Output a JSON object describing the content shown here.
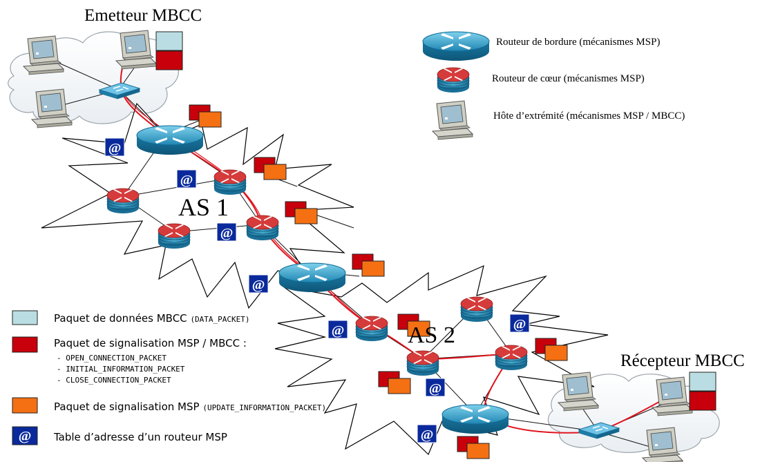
{
  "labels": {
    "sender": "Emetteur MBCC",
    "receiver": "Récepteur MBCC",
    "as1": "AS 1",
    "as2": "AS 2",
    "at_symbol": "@"
  },
  "legend_top": [
    {
      "icon": "edge-router-icon",
      "text": "Routeur de bordure  (mécanismes MSP)"
    },
    {
      "icon": "core-router-icon",
      "text": "Routeur de cœur (mécanismes MSP)"
    },
    {
      "icon": "host-computer-icon",
      "text": "Hôte d’extrémité (mécanismes MSP / MBCC)"
    }
  ],
  "legend_bottom": {
    "data_packet": {
      "text": "Paquet de données MBCC",
      "code": "(DATA_PACKET)"
    },
    "signal_packet": {
      "text": "Paquet de signalisation MSP / MBCC :",
      "items": [
        "- OPEN_CONNECTION_PACKET",
        "- INITIAL_INFORMATION_PACKET",
        "- CLOSE_CONNECTION_PACKET"
      ]
    },
    "update_packet": {
      "text": "Paquet de signalisation MSP",
      "code": "(UPDATE_INFORMATION_PACKET)"
    },
    "address_table": {
      "text": "Table d’adresse d’un routeur MSP"
    }
  },
  "colors": {
    "data_packet": "#b9dde3",
    "signal_packet": "#cc0000",
    "update_packet": "#f26b0f",
    "address_table": "#0a2a9c",
    "router_blue": "#2a8fb8",
    "router_red": "#d23a3a",
    "path_red": "#e0141e"
  }
}
